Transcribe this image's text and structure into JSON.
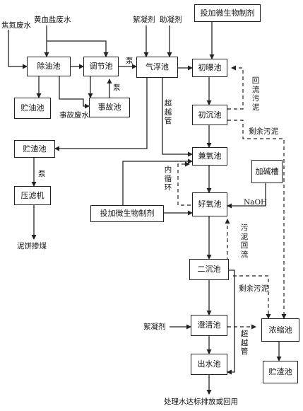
{
  "boxes": {
    "deoil": "除油池",
    "adjust": "调节池",
    "flotation": "气浮池",
    "bio_top": "投加微生物制剂",
    "preaer": "初曝池",
    "storage_oil": "贮油池",
    "accident": "事故池",
    "presettle": "初沉池",
    "slag": "贮渣池",
    "anoxic": "兼氧池",
    "alkali": "加碱槽",
    "filterpress": "压滤机",
    "bio_mid": "投加微生物制剂",
    "aerobic": "好氧池",
    "secondary": "二沉池",
    "clarifier": "澄清池",
    "thickener": "浓缩池",
    "outlet": "出水池",
    "slag_bottom": "贮渣池"
  },
  "labels": {
    "coking": "焦氮废水",
    "acid": "黄血盐废水",
    "coag_top": "絮凝剂",
    "aid": "助凝剂",
    "pump1": "泵",
    "pump2": "泵",
    "pump3": "泵",
    "accident_water": "事故废水",
    "bypass1": "超越管",
    "return_sludge": "回流污泥",
    "excess1": "剩余污泥",
    "internal": "内循环",
    "naoh": "NaOH",
    "sludge_return2": "污泥回流",
    "excess2": "剩余污泥",
    "cake": "泥饼掺煤",
    "coag_bottom": "絮凝剂",
    "bypass2": "超越管",
    "final": "处理水达标排放或回用"
  }
}
